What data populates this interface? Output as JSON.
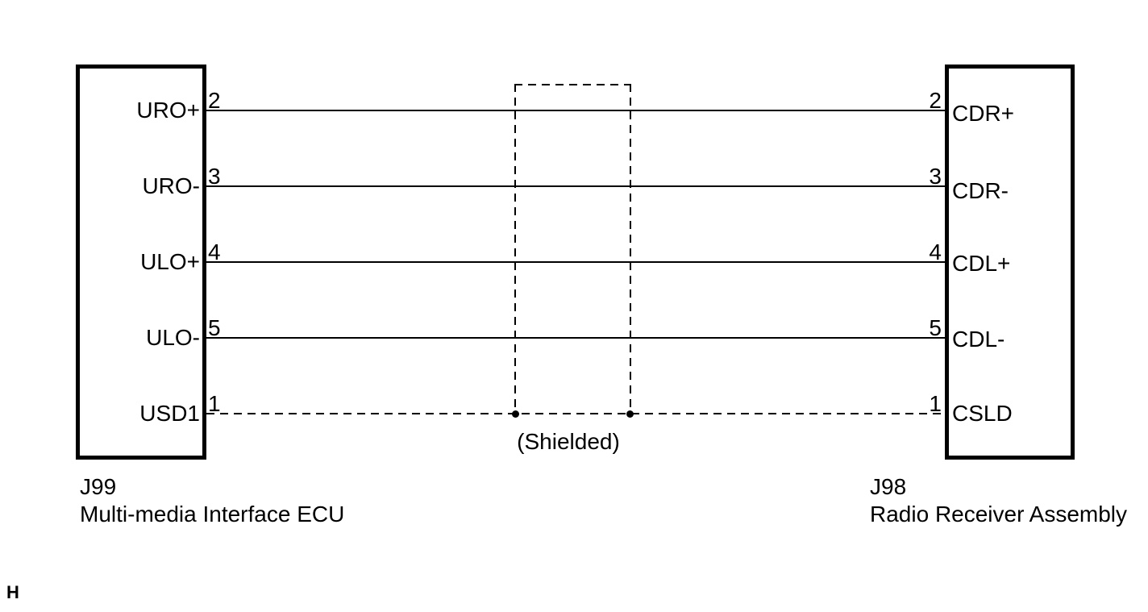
{
  "diagram": {
    "title_implicit": "Wiring diagram",
    "shield_caption": "(Shielded)",
    "page_marker": "H",
    "colors": {
      "line": "#000000",
      "background": "#ffffff"
    },
    "left_connector": {
      "code": "J99",
      "name": "Multi-media Interface ECU",
      "pins": [
        {
          "number": "2",
          "label": "URO+"
        },
        {
          "number": "3",
          "label": "URO-"
        },
        {
          "number": "4",
          "label": "ULO+"
        },
        {
          "number": "5",
          "label": "ULO-"
        },
        {
          "number": "1",
          "label": "USD1"
        }
      ]
    },
    "right_connector": {
      "code": "J98",
      "name": "Radio Receiver Assembly",
      "pins": [
        {
          "number": "2",
          "label": "CDR+"
        },
        {
          "number": "3",
          "label": "CDR-"
        },
        {
          "number": "4",
          "label": "CDL+"
        },
        {
          "number": "5",
          "label": "CDL-"
        },
        {
          "number": "1",
          "label": "CSLD"
        }
      ]
    },
    "wires": [
      {
        "from": "J99 pin 2 URO+",
        "to": "J98 pin 2 CDR+",
        "style": "solid"
      },
      {
        "from": "J99 pin 3 URO-",
        "to": "J98 pin 3 CDR-",
        "style": "solid"
      },
      {
        "from": "J99 pin 4 ULO+",
        "to": "J98 pin 4 CDL+",
        "style": "solid"
      },
      {
        "from": "J99 pin 5 ULO-",
        "to": "J98 pin 5 CDL-",
        "style": "solid"
      },
      {
        "from": "J99 pin 1 USD1",
        "to": "J98 pin 1 CSLD",
        "style": "dashed-shield-drain"
      }
    ],
    "shield": {
      "covers_wires": [
        "URO+/CDR+",
        "URO-/CDR-",
        "ULO+/CDL+",
        "ULO-/CDL-"
      ],
      "drain": "USD1/CSLD"
    }
  }
}
